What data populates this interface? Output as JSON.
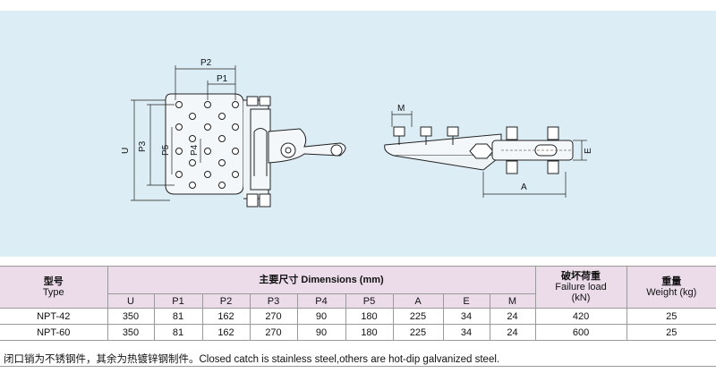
{
  "drawing": {
    "labels": {
      "p2": "P2",
      "p1": "P1",
      "u": "U",
      "p3": "P3",
      "p5": "P5",
      "p4": "P4",
      "m": "M",
      "e": "E",
      "a": "A"
    }
  },
  "table": {
    "type_zh": "型号",
    "type_en": "Type",
    "dimensions_header": "主要尺寸 Dimensions (mm)",
    "failure_zh": "破坏荷重",
    "failure_en": "Failure load",
    "failure_unit": "(kN)",
    "weight_zh": "重量",
    "weight_en": "Weight (kg)",
    "columns": [
      "U",
      "P1",
      "P2",
      "P3",
      "P4",
      "P5",
      "A",
      "E",
      "M"
    ],
    "rows": [
      {
        "type": "NPT-42",
        "dims": [
          "350",
          "81",
          "162",
          "270",
          "90",
          "180",
          "225",
          "34",
          "24"
        ],
        "failure": "420",
        "weight": "25"
      },
      {
        "type": "NPT-60",
        "dims": [
          "350",
          "81",
          "162",
          "270",
          "90",
          "180",
          "225",
          "34",
          "24"
        ],
        "failure": "600",
        "weight": "25"
      }
    ]
  },
  "note": "闭口销为不锈钢件，其余为热镀锌钢制件。Closed catch is stainless steel,others are hot-dip galvanized steel."
}
